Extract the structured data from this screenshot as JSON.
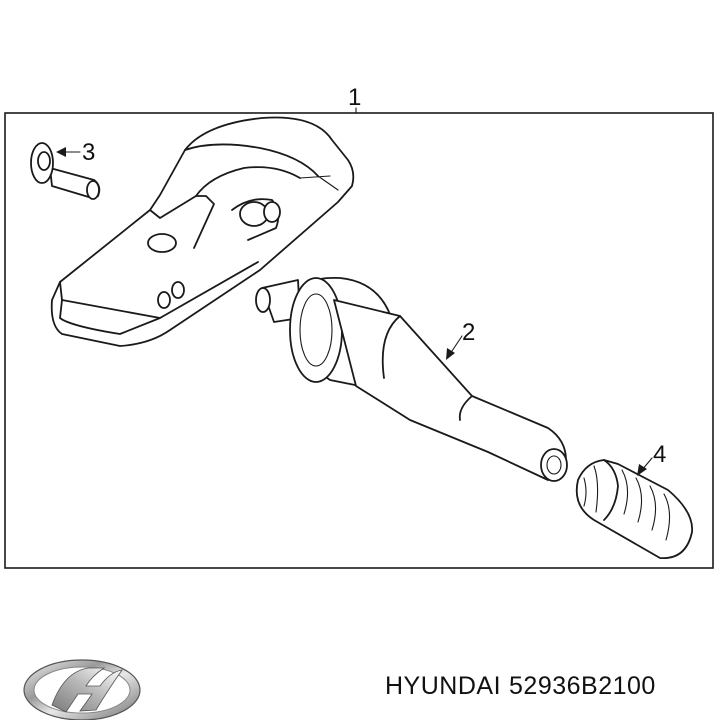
{
  "diagram": {
    "callouts": {
      "assembly": "1",
      "valve_stem": "2",
      "screw": "3",
      "valve_cap": "4"
    }
  },
  "footer": {
    "brand": "HYUNDAI",
    "part_number": "52936B2100",
    "logo_icon": "hyundai-logo-icon"
  }
}
